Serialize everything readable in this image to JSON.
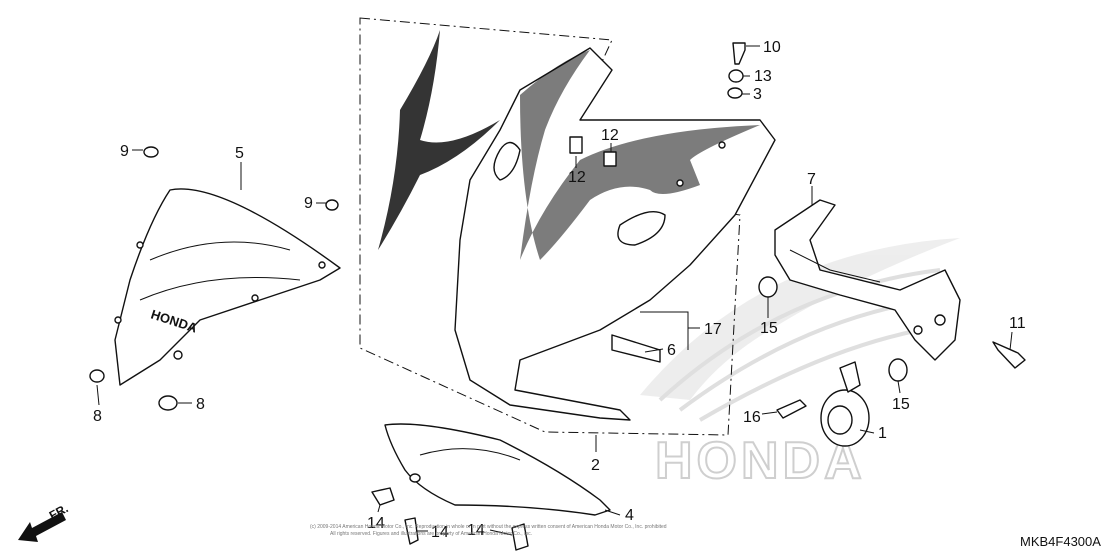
{
  "callouts": {
    "c1": "1",
    "c2": "2",
    "c3": "3",
    "c4": "4",
    "c5": "5",
    "c6": "6",
    "c7": "7",
    "c8": "8",
    "c9a": "9",
    "c9b": "9",
    "c10": "10",
    "c11": "11",
    "c12a": "12",
    "c12b": "12",
    "c13": "13",
    "c14a": "14",
    "c14b": "14",
    "c14c": "14",
    "c15a": "15",
    "c15b": "15",
    "c16": "16",
    "c17": "17"
  },
  "windscreen_logo": "HONDA",
  "watermark": "HONDA",
  "direction_label": "FR.",
  "diagram_code": "MKB4F4300A",
  "copyright_line1": "(c) 2009-2014 American Honda Motor Co., Inc. Reproduction in whole or in part without the express written consent of American Honda Motor Co., Inc. prohibited",
  "copyright_line2": "All rights reserved. Figures and illustrations are property of American Honda Motor Co., Inc."
}
